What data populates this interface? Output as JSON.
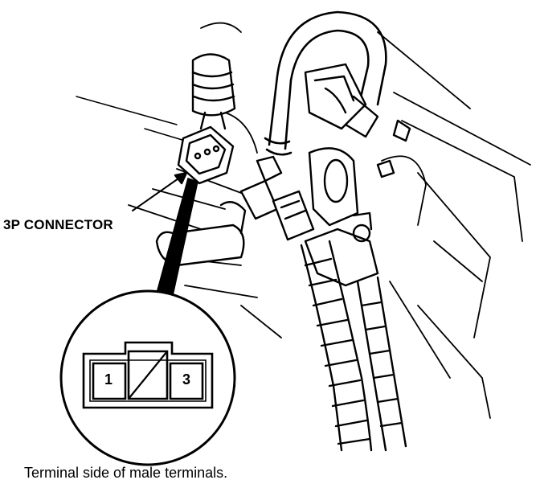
{
  "callout_label": "3P CONNECTOR",
  "caption": "Terminal side of male terminals.",
  "pins": {
    "left": "1",
    "right": "3"
  },
  "colors": {
    "ink": "#000000",
    "paper": "#ffffff"
  }
}
